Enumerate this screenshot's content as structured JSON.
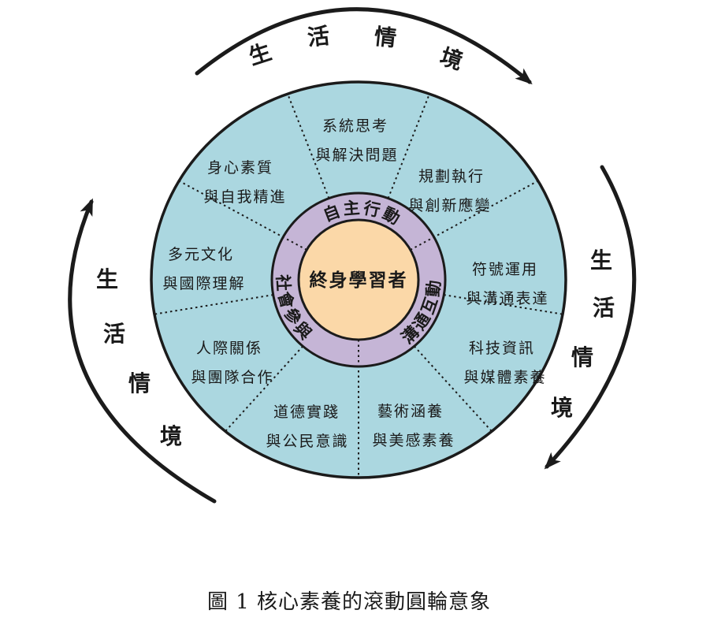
{
  "figure": {
    "caption": "圖 1 核心素養的滾動圓輪意象"
  },
  "wheel": {
    "center_label": "終身學習者",
    "ring_labels": {
      "top": "自主行動",
      "right": "溝通互動",
      "left": "社會參與"
    },
    "segments": [
      {
        "line1": "系統思考",
        "line2": "與解決問題"
      },
      {
        "line1": "規劃執行",
        "line2": "與創新應變"
      },
      {
        "line1": "符號運用",
        "line2": "與溝通表達"
      },
      {
        "line1": "科技資訊",
        "line2": "與媒體素養"
      },
      {
        "line1": "藝術涵養",
        "line2": "與美感素養"
      },
      {
        "line1": "道德實踐",
        "line2": "與公民意識"
      },
      {
        "line1": "人際關係",
        "line2": "與團隊合作"
      },
      {
        "line1": "多元文化",
        "line2": "與國際理解"
      },
      {
        "line1": "身心素質",
        "line2": "與自我精進"
      }
    ]
  },
  "context_arcs": {
    "label": "生活情境",
    "chars": [
      "生",
      "活",
      "情",
      "境"
    ]
  },
  "colors": {
    "outer_ring": "#abd7e0",
    "middle_ring": "#c5b5d6",
    "center_circle": "#fbd8a8",
    "line": "#1b1b1b"
  }
}
